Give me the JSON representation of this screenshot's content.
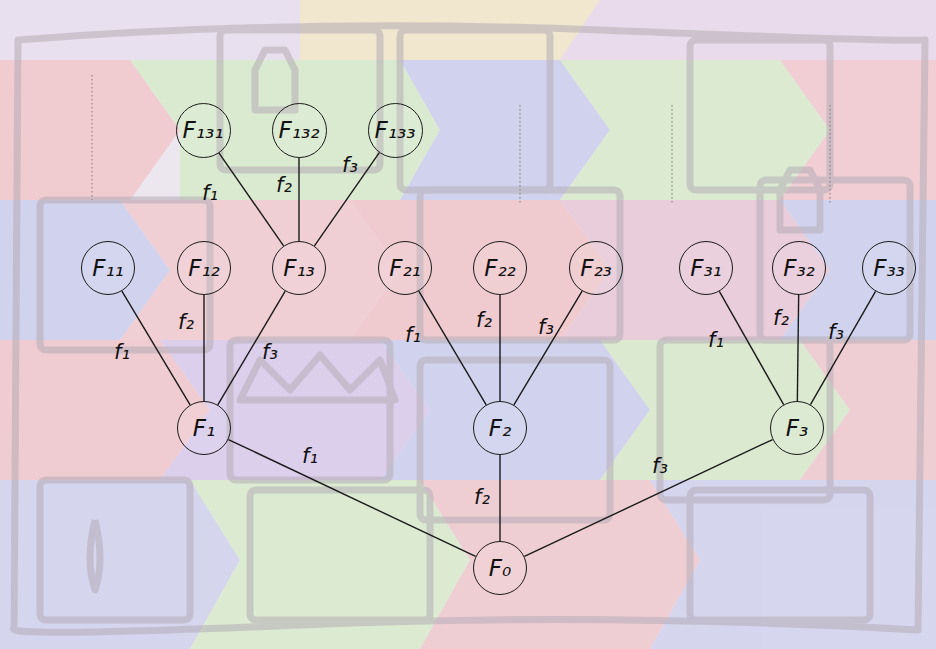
{
  "diagram": {
    "nodes": [
      {
        "text": [
          "F₁₃₁"
        ],
        "in": null
      },
      {
        "text": [
          "F₁₃₂"
        ]
      },
      {
        "text": [
          "F₁₃₃"
        ]
      },
      {
        "text": [
          "F₁₁"
        ]
      },
      {
        "text": [
          "F₁₂"
        ]
      },
      {
        "text": [
          "F₁₃"
        ]
      },
      {
        "text": [
          "F₂₁"
        ]
      },
      {
        "text": [
          "F₂₂"
        ]
      },
      {
        "text": [
          "F₂₃"
        ]
      },
      {
        "text": [
          "F₃₁"
        ]
      },
      {
        "text": [
          "F₃₂"
        ]
      },
      {
        "text": [
          "F₃₃"
        ]
      },
      {
        "text": [
          "F₁"
        ]
      },
      {
        "text": [
          "F₂"
        ]
      },
      {
        "text": [
          "F₃"
        ]
      },
      {
        "text": [
          "F₀"
        ]
      }
    ],
    "edges": [
      {
        "from": 15,
        "to": 12,
        "arrow": "none",
        "label": "f₁"
      },
      {
        "from": 15,
        "to": 13,
        "arrow": "none",
        "label": "f₂"
      },
      {
        "from": 15,
        "to": 14,
        "arrow": "none",
        "label": "f₃"
      },
      {
        "from": 12,
        "to": 3,
        "arrow": "none",
        "label": "f₁"
      },
      {
        "from": 12,
        "to": 4,
        "arrow": "none",
        "label": "f₂"
      },
      {
        "from": 12,
        "to": 5,
        "arrow": "none",
        "label": "f₃"
      },
      {
        "from": 13,
        "to": 6,
        "arrow": "none",
        "label": "f₁"
      },
      {
        "from": 13,
        "to": 7,
        "arrow": "none",
        "label": "f₂"
      },
      {
        "from": 13,
        "to": 8,
        "arrow": "none",
        "label": "f₃"
      },
      {
        "from": 14,
        "to": 9,
        "arrow": "none",
        "label": "f₁"
      },
      {
        "from": 14,
        "to": 10,
        "arrow": "none",
        "label": "f₂"
      },
      {
        "from": 14,
        "to": 11,
        "arrow": "none",
        "label": "f₃"
      },
      {
        "from": 5,
        "to": 0,
        "arrow": "none",
        "label": "f₁"
      },
      {
        "from": 5,
        "to": 1,
        "arrow": "none",
        "label": "f₂"
      },
      {
        "from": 5,
        "to": 2,
        "arrow": "none",
        "label": "f₃"
      }
    ]
  }
}
